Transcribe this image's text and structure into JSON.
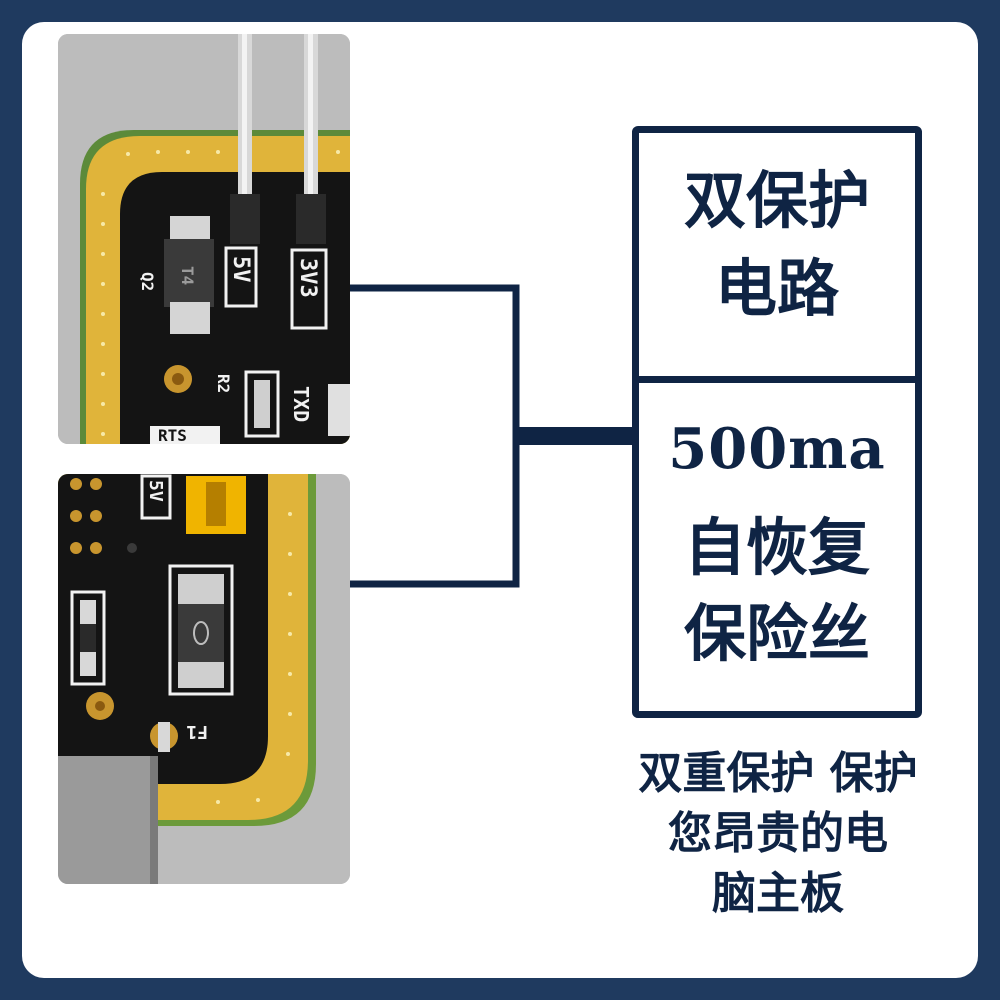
{
  "colors": {
    "outer_background": "#1f3a5f",
    "card_background": "#ffffff",
    "accent_navy": "#0f2444",
    "pcb_black": "#141414",
    "pcb_gold": "#e0b43a"
  },
  "photos": {
    "top": {
      "silkscreen": {
        "label_5v": "5V",
        "label_3v3": "3V3",
        "label_q2": "Q2",
        "label_r2": "R2",
        "label_t4": "T4",
        "label_txd": "TXD",
        "label_rts": "RTS"
      }
    },
    "bottom": {
      "silkscreen": {
        "label_5v": "5V",
        "label_f1": "F1"
      }
    }
  },
  "panel": {
    "title": "双保护\n电路",
    "spec": "500ma",
    "description": "自恢复\n保险丝"
  },
  "footer": {
    "text": "双重保护  保护\n您昂贵的电\n脑主板"
  }
}
